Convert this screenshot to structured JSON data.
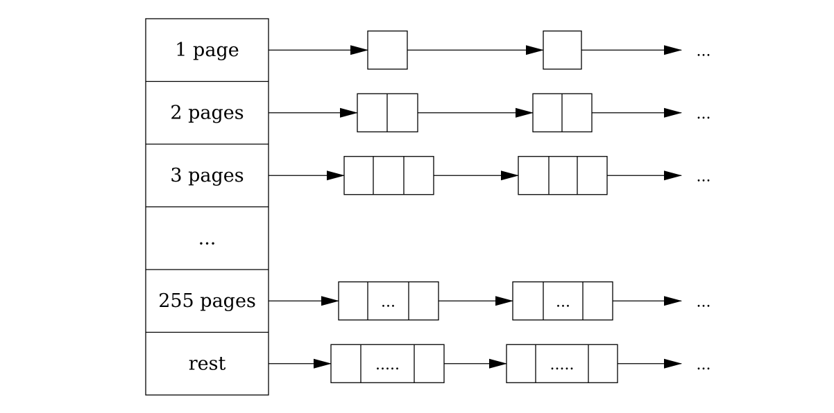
{
  "rows": [
    {
      "label": "1 page",
      "has_list": true,
      "blocks": [
        {
          "cells": [
            ""
          ]
        },
        {
          "cells": [
            ""
          ]
        }
      ],
      "trailing": "..."
    },
    {
      "label": "2 pages",
      "has_list": true,
      "blocks": [
        {
          "cells": [
            "",
            ""
          ]
        },
        {
          "cells": [
            "",
            ""
          ]
        }
      ],
      "trailing": "..."
    },
    {
      "label": "3 pages",
      "has_list": true,
      "blocks": [
        {
          "cells": [
            "",
            "",
            ""
          ]
        },
        {
          "cells": [
            "",
            "",
            ""
          ]
        }
      ],
      "trailing": "..."
    },
    {
      "label": "...",
      "has_list": false,
      "blocks": [],
      "trailing": ""
    },
    {
      "label": "255 pages",
      "has_list": true,
      "blocks": [
        {
          "cells": [
            "",
            "...",
            ""
          ]
        },
        {
          "cells": [
            "",
            "...",
            ""
          ]
        }
      ],
      "trailing": "..."
    },
    {
      "label": "rest",
      "has_list": true,
      "blocks": [
        {
          "cells": [
            "",
            ".....",
            ""
          ]
        },
        {
          "cells": [
            "",
            ".....",
            ""
          ]
        }
      ],
      "trailing": "..."
    }
  ]
}
